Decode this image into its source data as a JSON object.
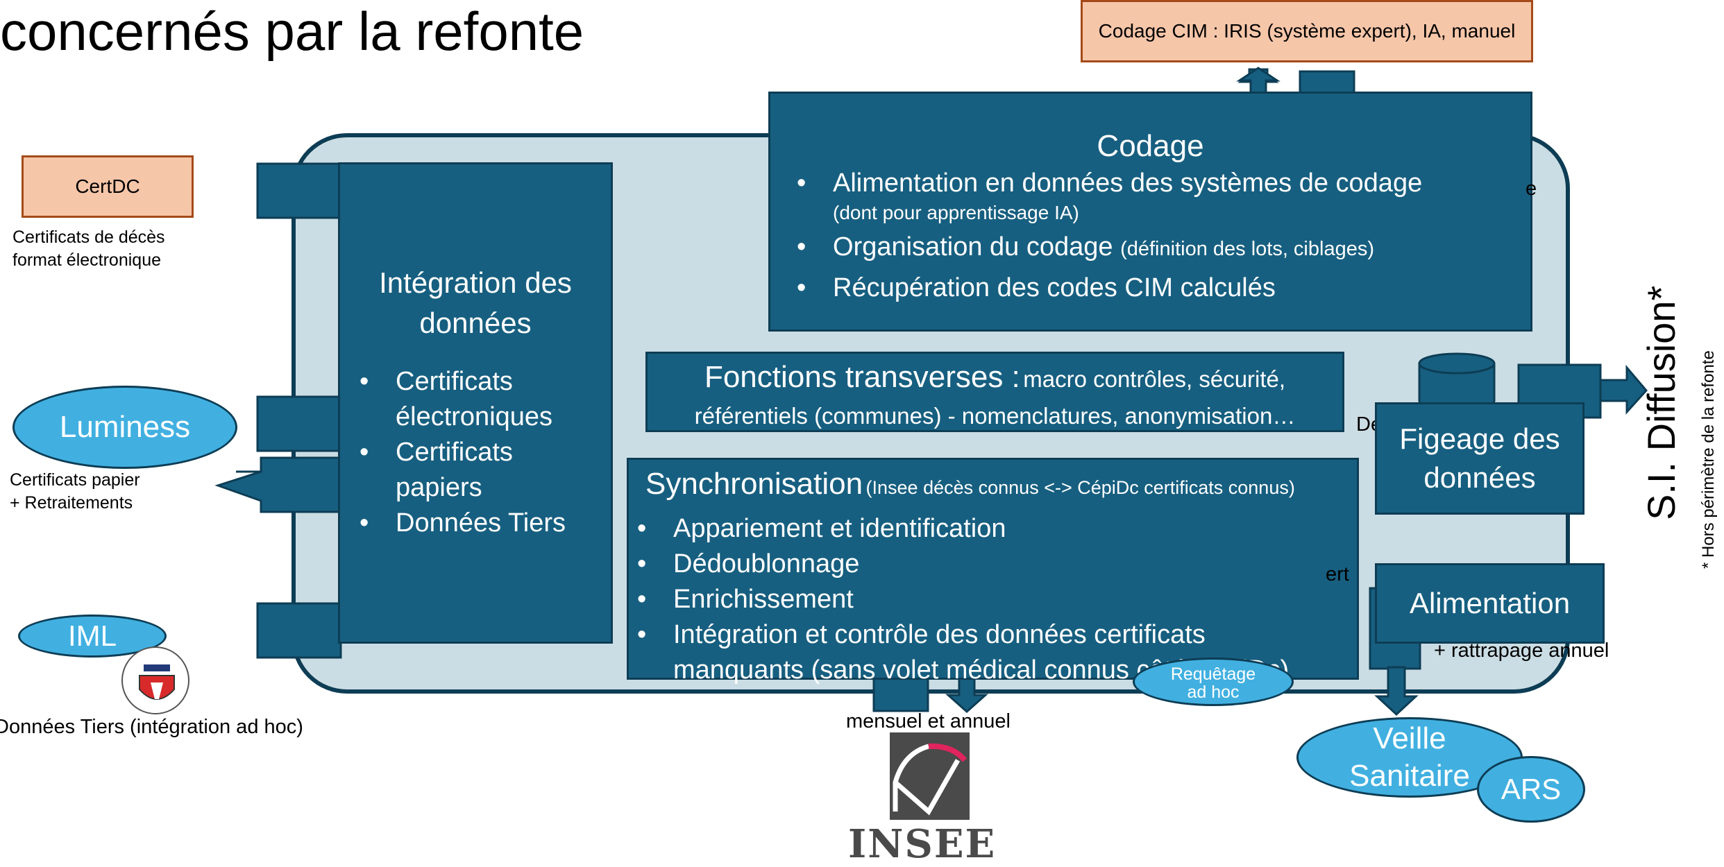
{
  "title": "concernés par la refonte",
  "codage_cim": "Codage CIM : IRIS (système expert), IA, manuel",
  "certdc": {
    "label": "CertDC",
    "caption_line1": "Certificats de décès",
    "caption_line2": "format électronique"
  },
  "luminess": {
    "label": "Luminess",
    "caption_line1": "Certificats papier",
    "caption_line2": "+ Retraitements"
  },
  "iml": {
    "label": "IML",
    "caption": "Données Tiers (intégration ad hoc)"
  },
  "integration": {
    "title_line1": "Intégration des",
    "title_line2": "données",
    "items": [
      {
        "line1": "Certificats",
        "line2": "électroniques"
      },
      {
        "line1": "Certificats",
        "line2": "papiers"
      },
      {
        "line1": "Données Tiers",
        "line2": ""
      }
    ]
  },
  "codage": {
    "title": "Codage",
    "item1": "Alimentation en données des systèmes de codage",
    "item1_sub": "(dont pour apprentissage IA)",
    "item2": "Organisation du codage",
    "item2_small": "(définition des lots, ciblages)",
    "item3": "Récupération des codes CIM calculés"
  },
  "fonctions": {
    "title": "Fonctions transverses :",
    "rest": "macro contrôles, sécurité,",
    "line2": "référentiels (communes) - nomenclatures, anonymisation…"
  },
  "synchro": {
    "title": "Synchronisation",
    "subtitle": "(Insee décès connus <-> CépiDc certificats connus)",
    "items": [
      "Appariement et identification",
      "Dédoublonnage",
      "Enrichissement",
      "Intégration et contrôle des données certificats",
      "manquants (sans volet médical connus côté CépiDc)"
    ]
  },
  "figeage": {
    "line1": "Figeage des",
    "line2": "données"
  },
  "alimentation": "Alimentation",
  "rattrapage": "+ rattrapage annuel",
  "mensuel": "mensuel et annuel",
  "requetage": {
    "line1": "Requêtage",
    "line2": "ad hoc"
  },
  "partial_de": "De",
  "partial_ert": "ert",
  "partial_e": "e",
  "veille": {
    "line1": "Veille",
    "line2": "Sanitaire"
  },
  "ars": "ARS",
  "si_diffusion": "S.I. Diffusion*",
  "hors_perimetre": "* Hors périmètre de la refonte",
  "insee": "INSEE",
  "colors": {
    "dark_box": "#175f80",
    "dark_border": "#0d3d55",
    "light_container": "#cbdde4",
    "peach": "#f6c6a9",
    "peach_border": "#a44a18",
    "ellipse": "#41b0e1"
  }
}
